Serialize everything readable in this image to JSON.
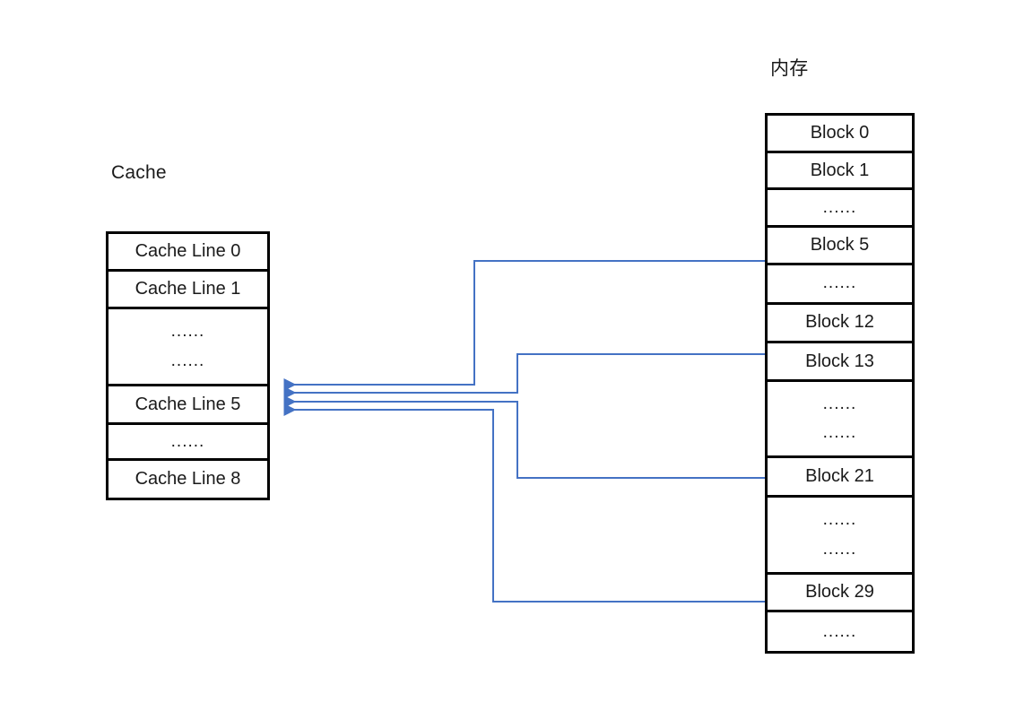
{
  "diagram": {
    "title_cache": "Cache",
    "title_memory": "内存",
    "line_color": "#4472c4",
    "border_color": "#000000",
    "background": "#ffffff",
    "text_color": "#1a1a1a"
  },
  "cache": {
    "label": "Cache",
    "rows": [
      {
        "text": "Cache Line 0",
        "kind": "line"
      },
      {
        "text": "Cache Line 1",
        "kind": "line"
      },
      {
        "text": "......",
        "text2": "......",
        "kind": "ellipsis-tall"
      },
      {
        "text": "Cache Line 5",
        "kind": "line"
      },
      {
        "text": "......",
        "kind": "ellipsis"
      },
      {
        "text": "Cache Line 8",
        "kind": "line"
      }
    ]
  },
  "memory": {
    "label": "内存",
    "rows": [
      {
        "text": "Block 0",
        "kind": "block"
      },
      {
        "text": "Block 1",
        "kind": "block"
      },
      {
        "text": "......",
        "kind": "ellipsis"
      },
      {
        "text": "Block 5",
        "kind": "block"
      },
      {
        "text": "......",
        "kind": "ellipsis"
      },
      {
        "text": "Block 12",
        "kind": "block"
      },
      {
        "text": "Block 13",
        "kind": "block"
      },
      {
        "text": "......",
        "text2": "......",
        "kind": "ellipsis-tall"
      },
      {
        "text": "Block 21",
        "kind": "block"
      },
      {
        "text": "......",
        "text2": "......",
        "kind": "ellipsis-tall"
      },
      {
        "text": "Block 29",
        "kind": "block"
      },
      {
        "text": "......",
        "kind": "ellipsis"
      }
    ]
  },
  "connections": [
    {
      "from": "Block 5",
      "to": "Cache Line 5",
      "direction": "memory-to-cache"
    },
    {
      "from": "Block 13",
      "to": "Cache Line 5",
      "direction": "memory-to-cache"
    },
    {
      "from": "Block 21",
      "to": "Cache Line 5",
      "direction": "memory-to-cache"
    },
    {
      "from": "Block 29",
      "to": "Cache Line 5",
      "direction": "memory-to-cache"
    }
  ]
}
